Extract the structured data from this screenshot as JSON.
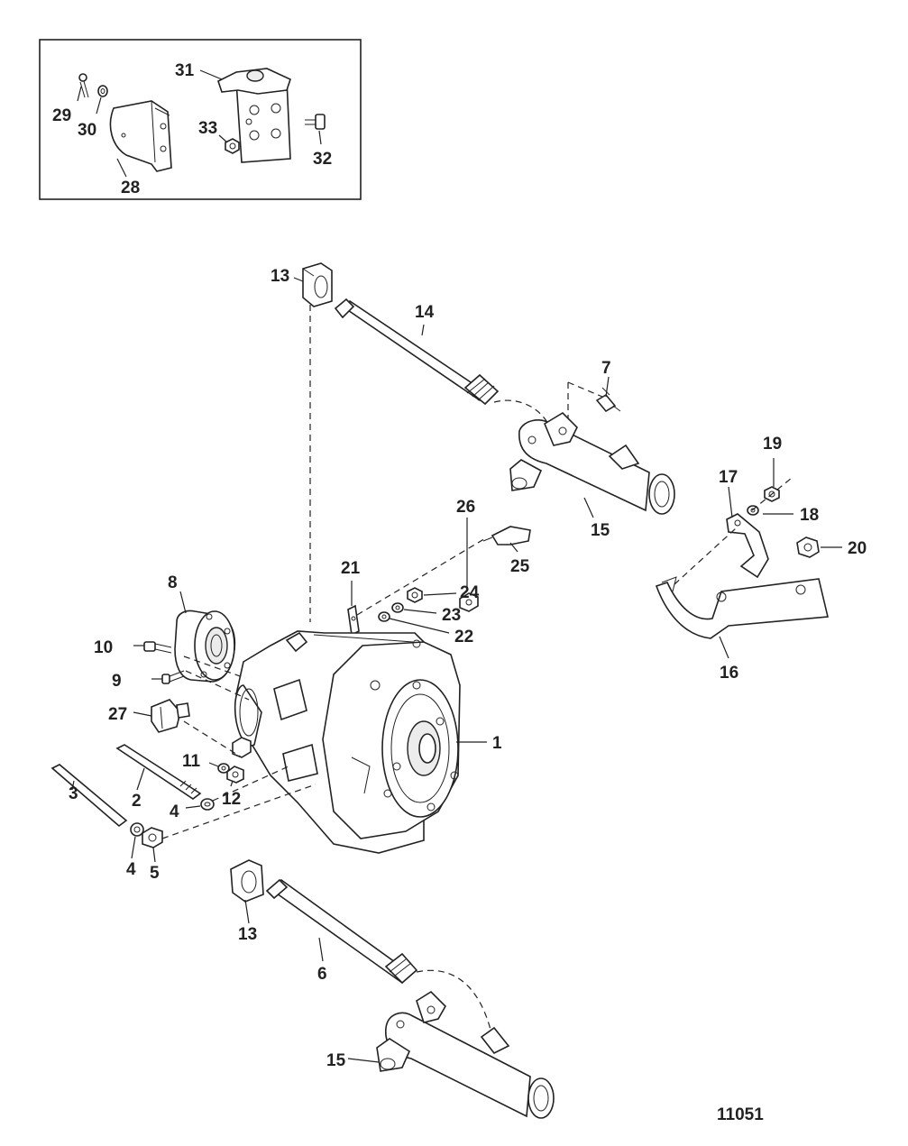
{
  "figure_number": "11051",
  "callouts": {
    "c1": "1",
    "c2": "2",
    "c3": "3",
    "c4a": "4",
    "c4b": "4",
    "c5": "5",
    "c6": "6",
    "c7": "7",
    "c8": "8",
    "c9": "9",
    "c10": "10",
    "c11": "11",
    "c12": "12",
    "c13a": "13",
    "c13b": "13",
    "c14": "14",
    "c15a": "15",
    "c15b": "15",
    "c16": "16",
    "c17": "17",
    "c18": "18",
    "c19": "19",
    "c20": "20",
    "c21": "21",
    "c22": "22",
    "c23": "23",
    "c24": "24",
    "c25": "25",
    "c26": "26",
    "c27": "27",
    "c28": "28",
    "c29": "29",
    "c30": "30",
    "c31": "31",
    "c32": "32",
    "c33": "33"
  }
}
